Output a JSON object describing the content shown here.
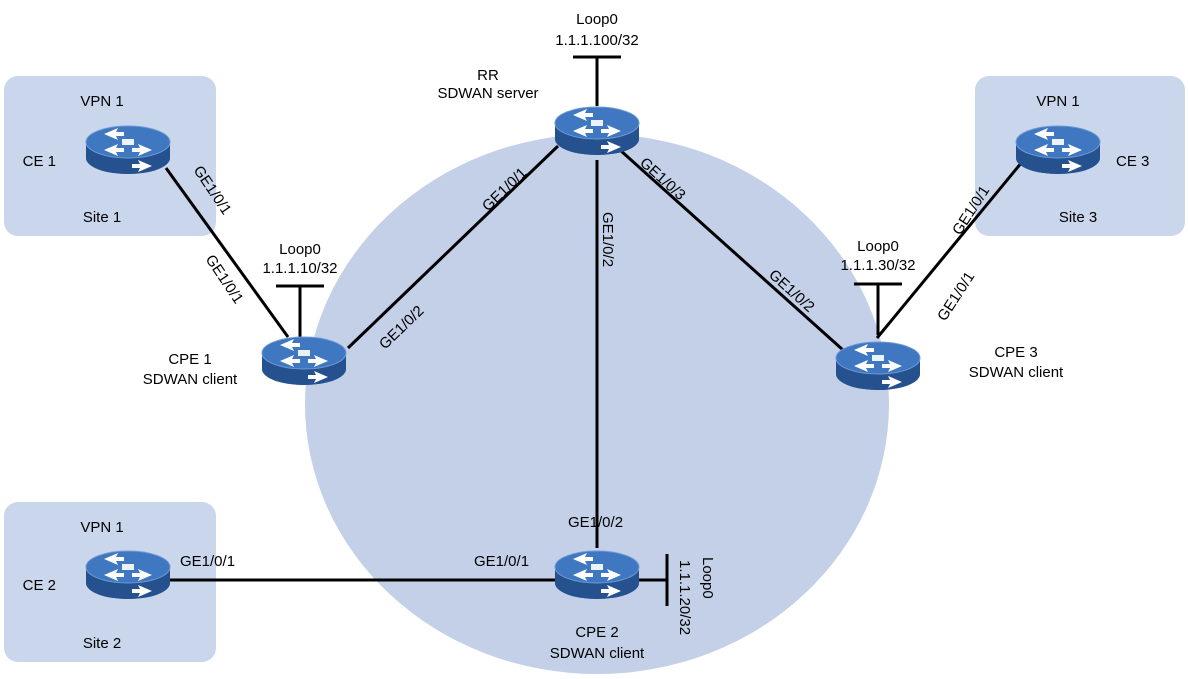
{
  "colors": {
    "cloud": "#c3d0e8",
    "site_box": "#c9d6ec",
    "router_top": "#3f77c0",
    "router_side": "#25528f",
    "router_glyph": "#ffffff",
    "line": "#000000"
  },
  "rr": {
    "role": "RR",
    "name": "SDWAN server",
    "loop_name": "Loop0",
    "loop_ip": "1.1.1.100/32",
    "if_cpe1": "GE1/0/1",
    "if_cpe2": "GE1/0/2",
    "if_cpe3": "GE1/0/3"
  },
  "cpe1": {
    "name": "CPE 1",
    "role": "SDWAN client",
    "loop_name": "Loop0",
    "loop_ip": "1.1.1.10/32",
    "if_ce": "GE1/0/1",
    "if_rr": "GE1/0/2"
  },
  "cpe2": {
    "name": "CPE 2",
    "role": "SDWAN client",
    "loop_name": "Loop0",
    "loop_ip": "1.1.1.20/32",
    "if_ce": "GE1/0/1",
    "if_rr": "GE1/0/2"
  },
  "cpe3": {
    "name": "CPE 3",
    "role": "SDWAN client",
    "loop_name": "Loop0",
    "loop_ip": "1.1.1.30/32",
    "if_ce": "GE1/0/1",
    "if_rr": "GE1/0/2"
  },
  "site1": {
    "vpn": "VPN 1",
    "ce": "CE 1",
    "site": "Site 1",
    "ce_if": "GE1/0/1"
  },
  "site2": {
    "vpn": "VPN 1",
    "ce": "CE 2",
    "site": "Site 2",
    "ce_if": "GE1/0/1"
  },
  "site3": {
    "vpn": "VPN 1",
    "ce": "CE 3",
    "site": "Site 3",
    "ce_if": "GE1/0/1"
  },
  "icon_names": [
    "router-icon"
  ]
}
